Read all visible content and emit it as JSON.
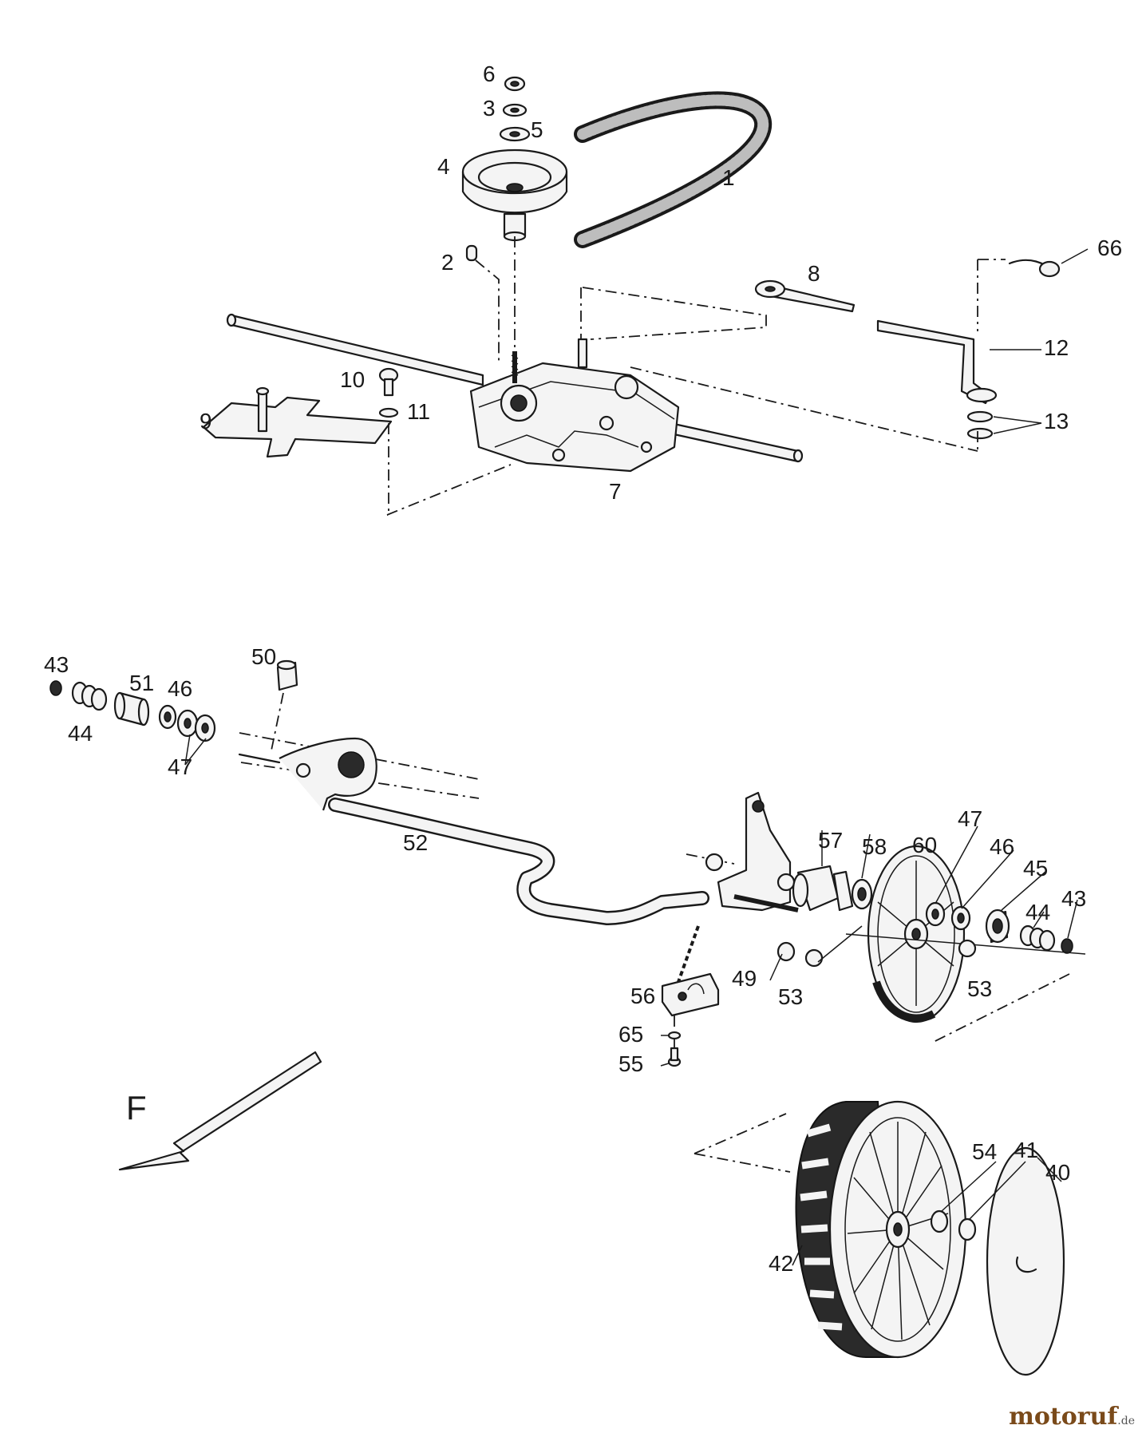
{
  "parts": {
    "p1": "1",
    "p2": "2",
    "p3": "3",
    "p4": "4",
    "p5": "5",
    "p6": "6",
    "p7": "7",
    "p8": "8",
    "p9": "9",
    "p10": "10",
    "p11": "11",
    "p12": "12",
    "p13": "13",
    "p66": "66",
    "p43a": "43",
    "p44a": "44",
    "p51": "51",
    "p46a": "46",
    "p47a": "47",
    "p50": "50",
    "p52": "52",
    "p57": "57",
    "p58": "58",
    "p60": "60",
    "p47b": "47",
    "p46b": "46",
    "p45": "45",
    "p44b": "44",
    "p43b": "43",
    "p49": "49",
    "p53a": "53",
    "p53b": "53",
    "p56": "56",
    "p65": "65",
    "p55": "55",
    "p54": "54",
    "p41": "41",
    "p40": "40",
    "p42": "42"
  },
  "direction_label": "F",
  "watermark": {
    "name": "motoruf",
    "suffix": ".de"
  }
}
